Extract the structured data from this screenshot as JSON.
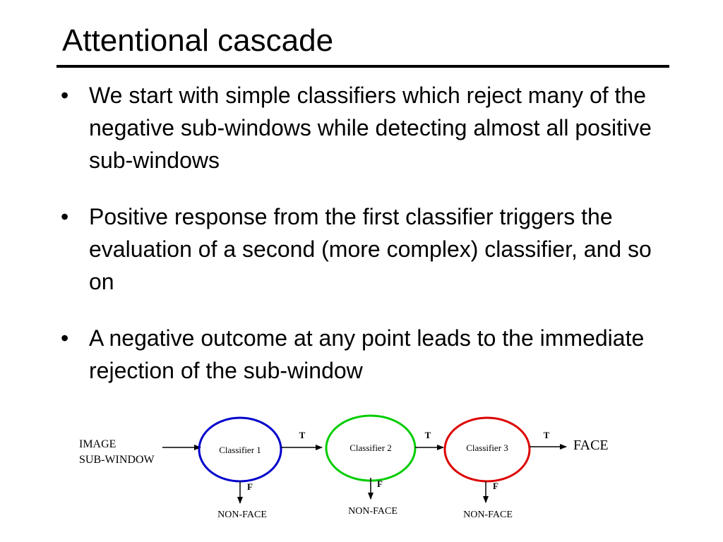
{
  "slide": {
    "title": "Attentional cascade",
    "bullets": [
      "We start with simple classifiers which reject many of the negative sub-windows while detecting almost all positive sub-windows",
      "Positive response from the first classifier triggers the evaluation of a second (more complex) classifier, and so on",
      "A negative outcome at any point leads to the immediate rejection of the sub-window"
    ],
    "bullet_glyph": "•"
  },
  "diagram": {
    "input_label_line1": "IMAGE",
    "input_label_line2": "SUB-WINDOW",
    "output_label": "FACE",
    "true_label": "T",
    "false_label": "F",
    "reject_label": "NON-FACE",
    "classifiers": [
      {
        "label": "Classifier 1",
        "color": "#0000cc"
      },
      {
        "label": "Classifier 2",
        "color": "#00cc00"
      },
      {
        "label": "Classifier 3",
        "color": "#dd0000"
      }
    ]
  }
}
